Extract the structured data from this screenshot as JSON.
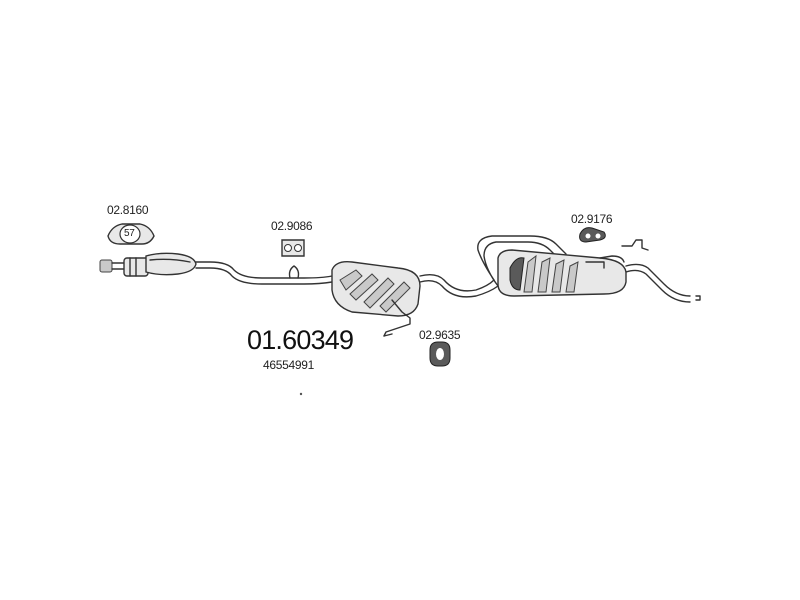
{
  "diagram": {
    "main_part_number": "01.60349",
    "oem_number": "46554991",
    "parts": [
      {
        "number": "02.8160",
        "badge": "57"
      },
      {
        "number": "02.9086"
      },
      {
        "number": "02.9176"
      },
      {
        "number": "02.9635"
      }
    ]
  }
}
